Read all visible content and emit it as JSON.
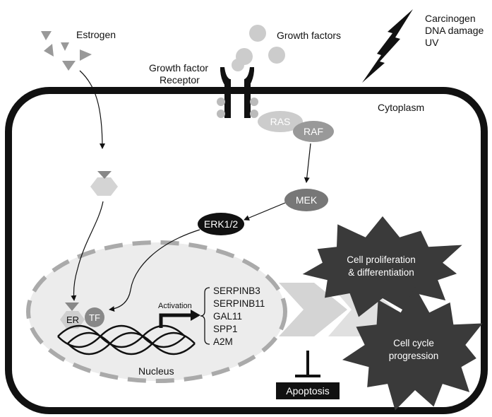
{
  "labels": {
    "estrogen": "Estrogen",
    "growth_factors": "Growth factors",
    "growth_factor_receptor_line1": "Growth factor",
    "growth_factor_receptor_line2": "Receptor",
    "stress_line1": "Carcinogen",
    "stress_line2": "DNA damage",
    "stress_line3": "UV",
    "cytoplasm": "Cytoplasm",
    "nucleus": "Nucleus",
    "activation": "Activation",
    "apoptosis": "Apoptosis"
  },
  "proteins": {
    "ras": "RAS",
    "raf": "RAF",
    "mek": "MEK",
    "erk": "ERK1/2",
    "er": "ER",
    "tf": "TF"
  },
  "target_genes": [
    "SERPINB3",
    "SERPINB11",
    "GAL11",
    "SPP1",
    "A2M"
  ],
  "outcomes": {
    "proliferation_line1": "Cell proliferation",
    "proliferation_line2": "& differentiation",
    "cell_cycle_line1": "Cell cycle",
    "cell_cycle_line2": "progression"
  },
  "colors": {
    "membrane": "#111111",
    "light_gray": "#cccccc",
    "mid_gray": "#9a9a9a",
    "dark_gray": "#555555",
    "black": "#111111",
    "nucleus_fill": "#ececec",
    "nucleus_border": "#aaaaaa",
    "star_fill": "#3a3a3a"
  }
}
